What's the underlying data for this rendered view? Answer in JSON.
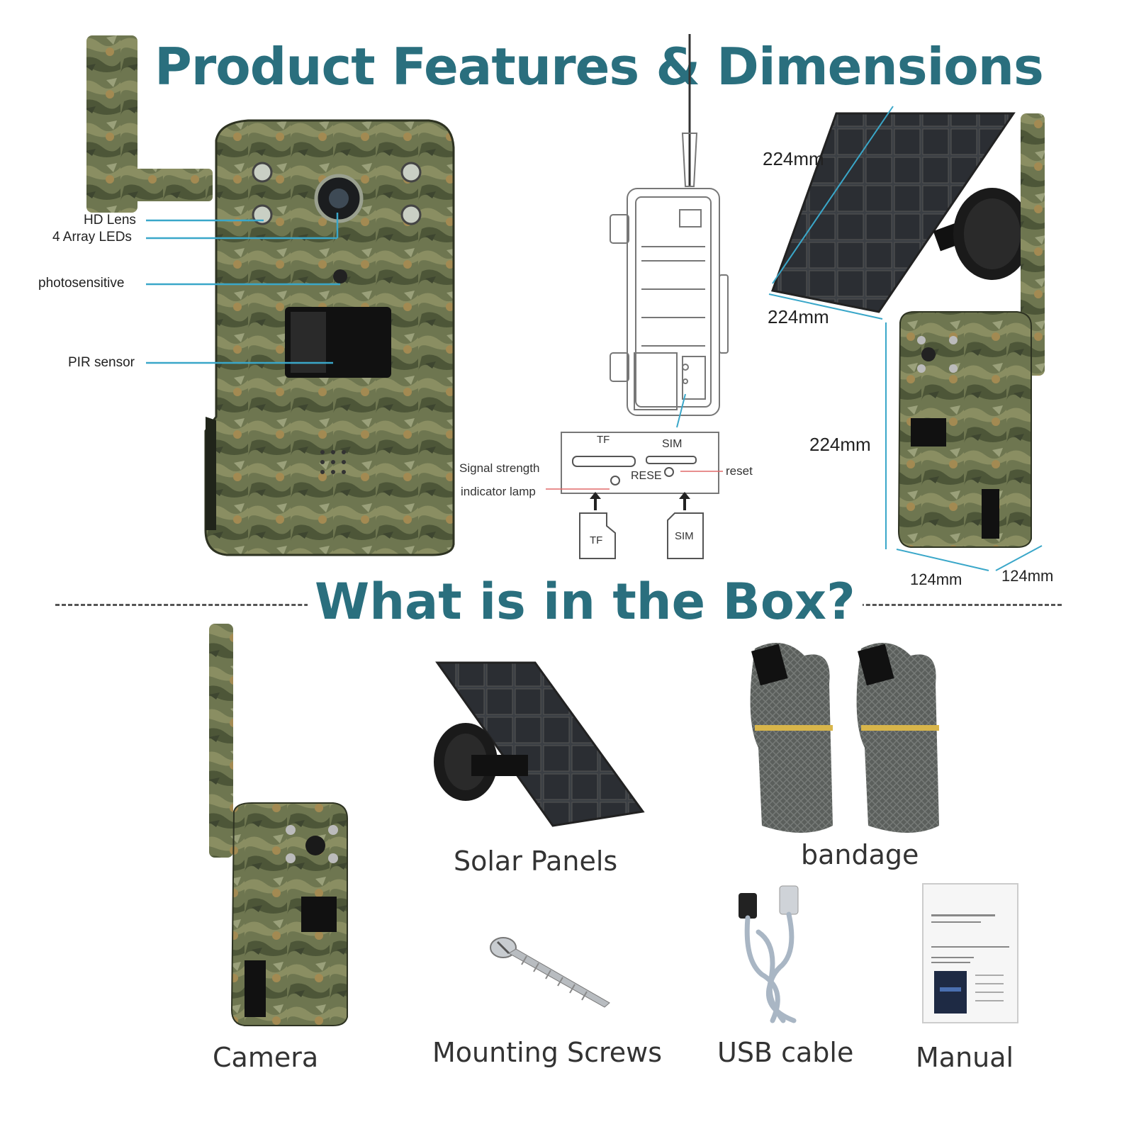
{
  "titles": {
    "features": "Product Features & Dimensions",
    "box": "What is in the Box?"
  },
  "callouts": {
    "hd_lens": "HD Lens",
    "array_leds": "4 Array LEDs",
    "photosensitive": "photosensitive",
    "pir_sensor": "PIR sensor"
  },
  "diagram": {
    "tf": "TF",
    "sim": "SIM",
    "reset_short": "RESE",
    "reset": "reset",
    "signal_line1": "Signal strength",
    "signal_line2": "indicator lamp",
    "tf_card": "TF",
    "sim_card": "SIM"
  },
  "dimensions": {
    "panel_top": "224mm",
    "panel_bottom": "224mm",
    "camera_height": "224mm",
    "camera_width": "124mm",
    "camera_depth": "124mm"
  },
  "box_items": {
    "camera": "Camera",
    "solar_panels": "Solar Panels",
    "bandage": "bandage",
    "mounting_screws": "Mounting Screws",
    "usb_cable": "USB cable",
    "manual": "Manual"
  },
  "colors": {
    "title": "#2a6f7e",
    "callout_line": "#3aa7c9",
    "camo_base": "#6b7a4a"
  }
}
